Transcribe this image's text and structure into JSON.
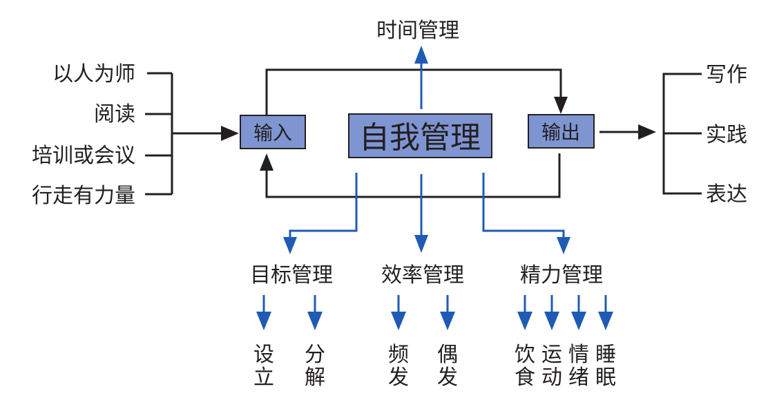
{
  "colors": {
    "box_fill": "#7f95d2",
    "line_black": "#231f20",
    "line_blue": "#1f5bb5",
    "text": "#231f20"
  },
  "center": {
    "label": "自我管理"
  },
  "top": {
    "label": "时间管理"
  },
  "input": {
    "label": "输入",
    "sources": [
      "以人为师",
      "阅读",
      "培训或会议",
      "行走有力量"
    ]
  },
  "output": {
    "label": "输出",
    "targets": [
      "写作",
      "实践",
      "表达"
    ]
  },
  "branches": [
    {
      "label": "目标管理",
      "items": [
        {
          "line1": "设",
          "line2": "立"
        },
        {
          "line1": "分",
          "line2": "解"
        }
      ]
    },
    {
      "label": "效率管理",
      "items": [
        {
          "line1": "频",
          "line2": "发"
        },
        {
          "line1": "偶",
          "line2": "发"
        }
      ]
    },
    {
      "label": "精力管理",
      "items": [
        {
          "line1": "饮",
          "line2": "食"
        },
        {
          "line1": "运",
          "line2": "动"
        },
        {
          "line1": "情",
          "line2": "绪"
        },
        {
          "line1": "睡",
          "line2": "眠"
        }
      ]
    }
  ]
}
